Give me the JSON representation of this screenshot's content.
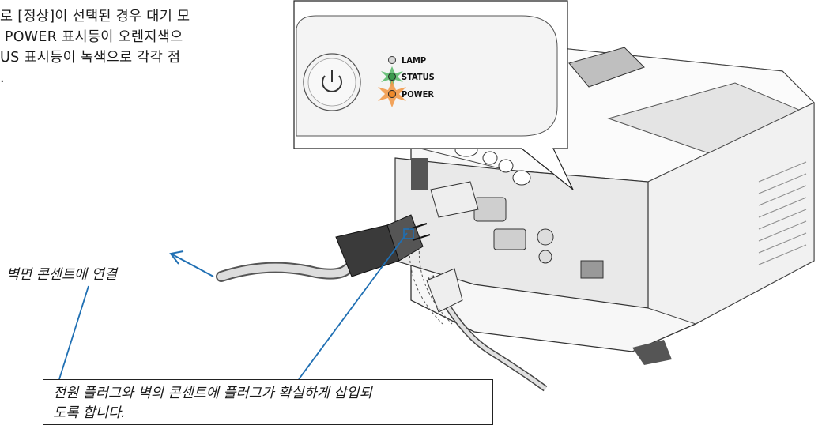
{
  "intro_text": "로 [정상]이 선택된 경우 대기 모\n POWER 표시등이 오렌지색으\nUS 표시등이 녹색으로 각각 점\n.",
  "wall_outlet_label": "벽면 콘센트에 연결",
  "callout": {
    "line1": "전원 플러그와 벽의 콘센트에 플러그가 확실하게 삽입되",
    "line2": "도록 합니다."
  },
  "indicators": [
    {
      "label": "LAMP",
      "state": "off",
      "color": "#c8c8c8"
    },
    {
      "label": "STATUS",
      "state": "lit",
      "color": "#3faa55"
    },
    {
      "label": "POWER",
      "state": "lit",
      "color": "#f08a2a"
    }
  ],
  "icons": {
    "power_button": "power-icon"
  }
}
